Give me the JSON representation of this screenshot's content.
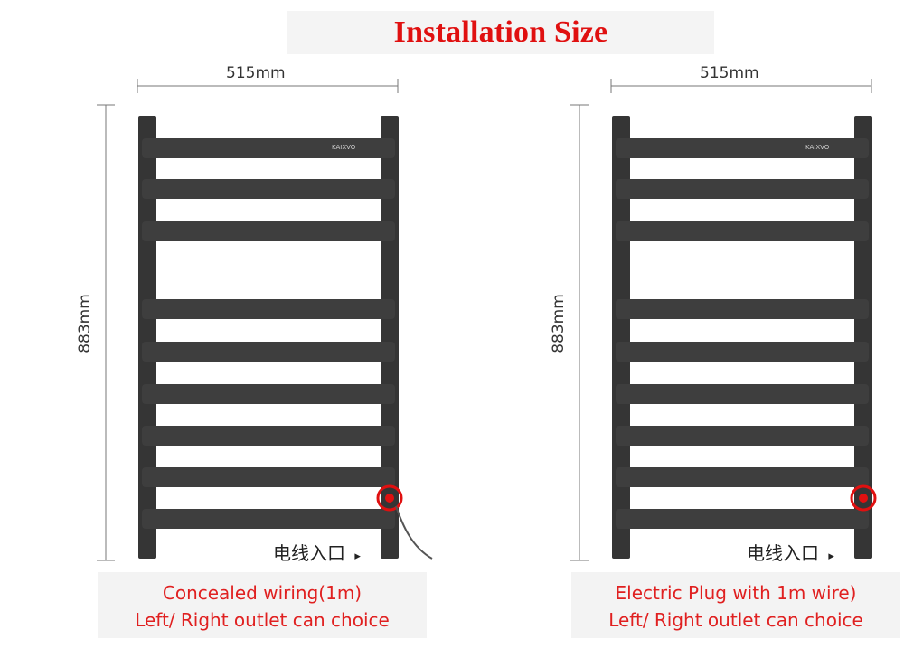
{
  "title": "Installation Size",
  "colors": {
    "title": "#e01010",
    "caption": "#e02020",
    "rack": "#3a3a3a",
    "outlet": "#e01010"
  },
  "panels": [
    {
      "width_label": "515mm",
      "height_label": "883mm",
      "inlet_label": "电线入口",
      "inlet_arrow": "▸",
      "brand_mark": "KAIXVO",
      "caption_line1": "Concealed wiring(1m)",
      "caption_line2": "Left/ Right outlet can choice"
    },
    {
      "width_label": "515mm",
      "height_label": "883mm",
      "inlet_label": "电线入口",
      "inlet_arrow": "▸",
      "brand_mark": "KAIXVO",
      "caption_line1": "Electric Plug  with 1m wire)",
      "caption_line2": "Left/ Right outlet can choice"
    }
  ]
}
